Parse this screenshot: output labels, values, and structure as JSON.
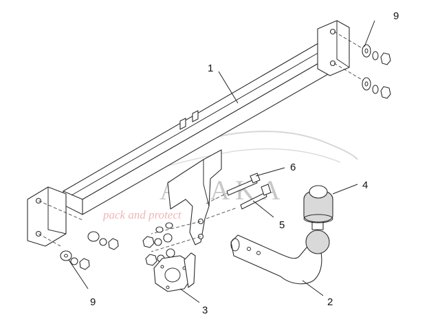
{
  "callouts": {
    "c1": "1",
    "c2": "2",
    "c3": "3",
    "c4": "4",
    "c5": "5",
    "c6": "6",
    "c9_top": "9",
    "c9_bottom": "9"
  },
  "watermark": {
    "brand": "A H A K A",
    "tagline": "pack and protect"
  },
  "colors": {
    "line": "#2a2a2a",
    "watermark_grey": "#c7c7c7",
    "watermark_red": "#f2b5b5",
    "ball_fill": "#d9d9d9"
  }
}
